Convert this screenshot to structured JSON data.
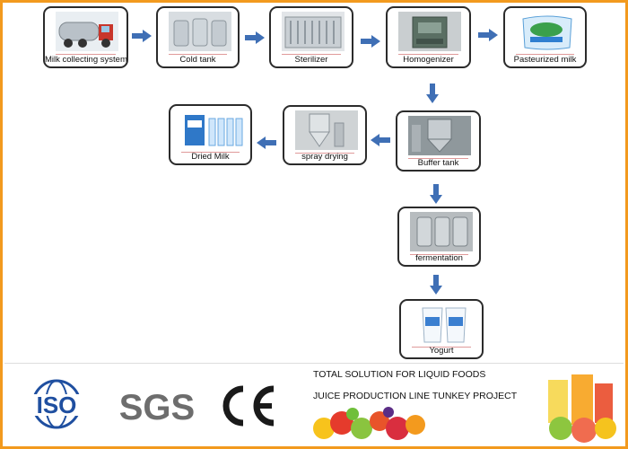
{
  "stages": [
    {
      "id": "milk-collecting",
      "label": "Milk collecting system",
      "image": "milk-tanker-truck-icon"
    },
    {
      "id": "cold-tank",
      "label": "Cold tank",
      "image": "steel-tanks-icon"
    },
    {
      "id": "sterilizer",
      "label": "Sterilizer",
      "image": "sterilizer-machine-icon"
    },
    {
      "id": "homogenizer",
      "label": "Homogenizer",
      "image": "homogenizer-machine-icon"
    },
    {
      "id": "pasteurized-milk",
      "label": "Pasteurized milk",
      "image": "milk-pouch-icon"
    },
    {
      "id": "buffer-tank",
      "label": "Buffer tank",
      "image": "buffer-tank-icon"
    },
    {
      "id": "spray-drying",
      "label": "spray drying",
      "image": "spray-dryer-icon"
    },
    {
      "id": "dried-milk",
      "label": "Dried Milk",
      "image": "milk-powder-packs-icon"
    },
    {
      "id": "fermentation",
      "label": "fermentation",
      "image": "fermentation-tanks-icon"
    },
    {
      "id": "yogurt",
      "label": "Yogurt",
      "image": "yogurt-cups-icon"
    }
  ],
  "flow": [
    [
      "milk-collecting",
      "cold-tank"
    ],
    [
      "cold-tank",
      "sterilizer"
    ],
    [
      "sterilizer",
      "homogenizer"
    ],
    [
      "homogenizer",
      "pasteurized-milk"
    ],
    [
      "homogenizer",
      "buffer-tank"
    ],
    [
      "buffer-tank",
      "spray-drying"
    ],
    [
      "spray-drying",
      "dried-milk"
    ],
    [
      "buffer-tank",
      "fermentation"
    ],
    [
      "fermentation",
      "yogurt"
    ]
  ],
  "banner": {
    "logos": {
      "iso": "ISO",
      "sgs": "SGS",
      "ce": "CE"
    },
    "line1": "TOTAL SOLUTION FOR LIQUID FOODS",
    "line2": "JUICE PRODUCTION LINE TUNKEY PROJECT",
    "fruit_image": "fruit-pile-icon",
    "juice_image": "juice-glasses-icon"
  },
  "colors": {
    "frame": "#f29a1e",
    "arrow": "#3f6fb5",
    "iso_blue": "#1f4fa0",
    "sgs_gray": "#6d6d6d",
    "ce_black": "#1a1a1a"
  }
}
